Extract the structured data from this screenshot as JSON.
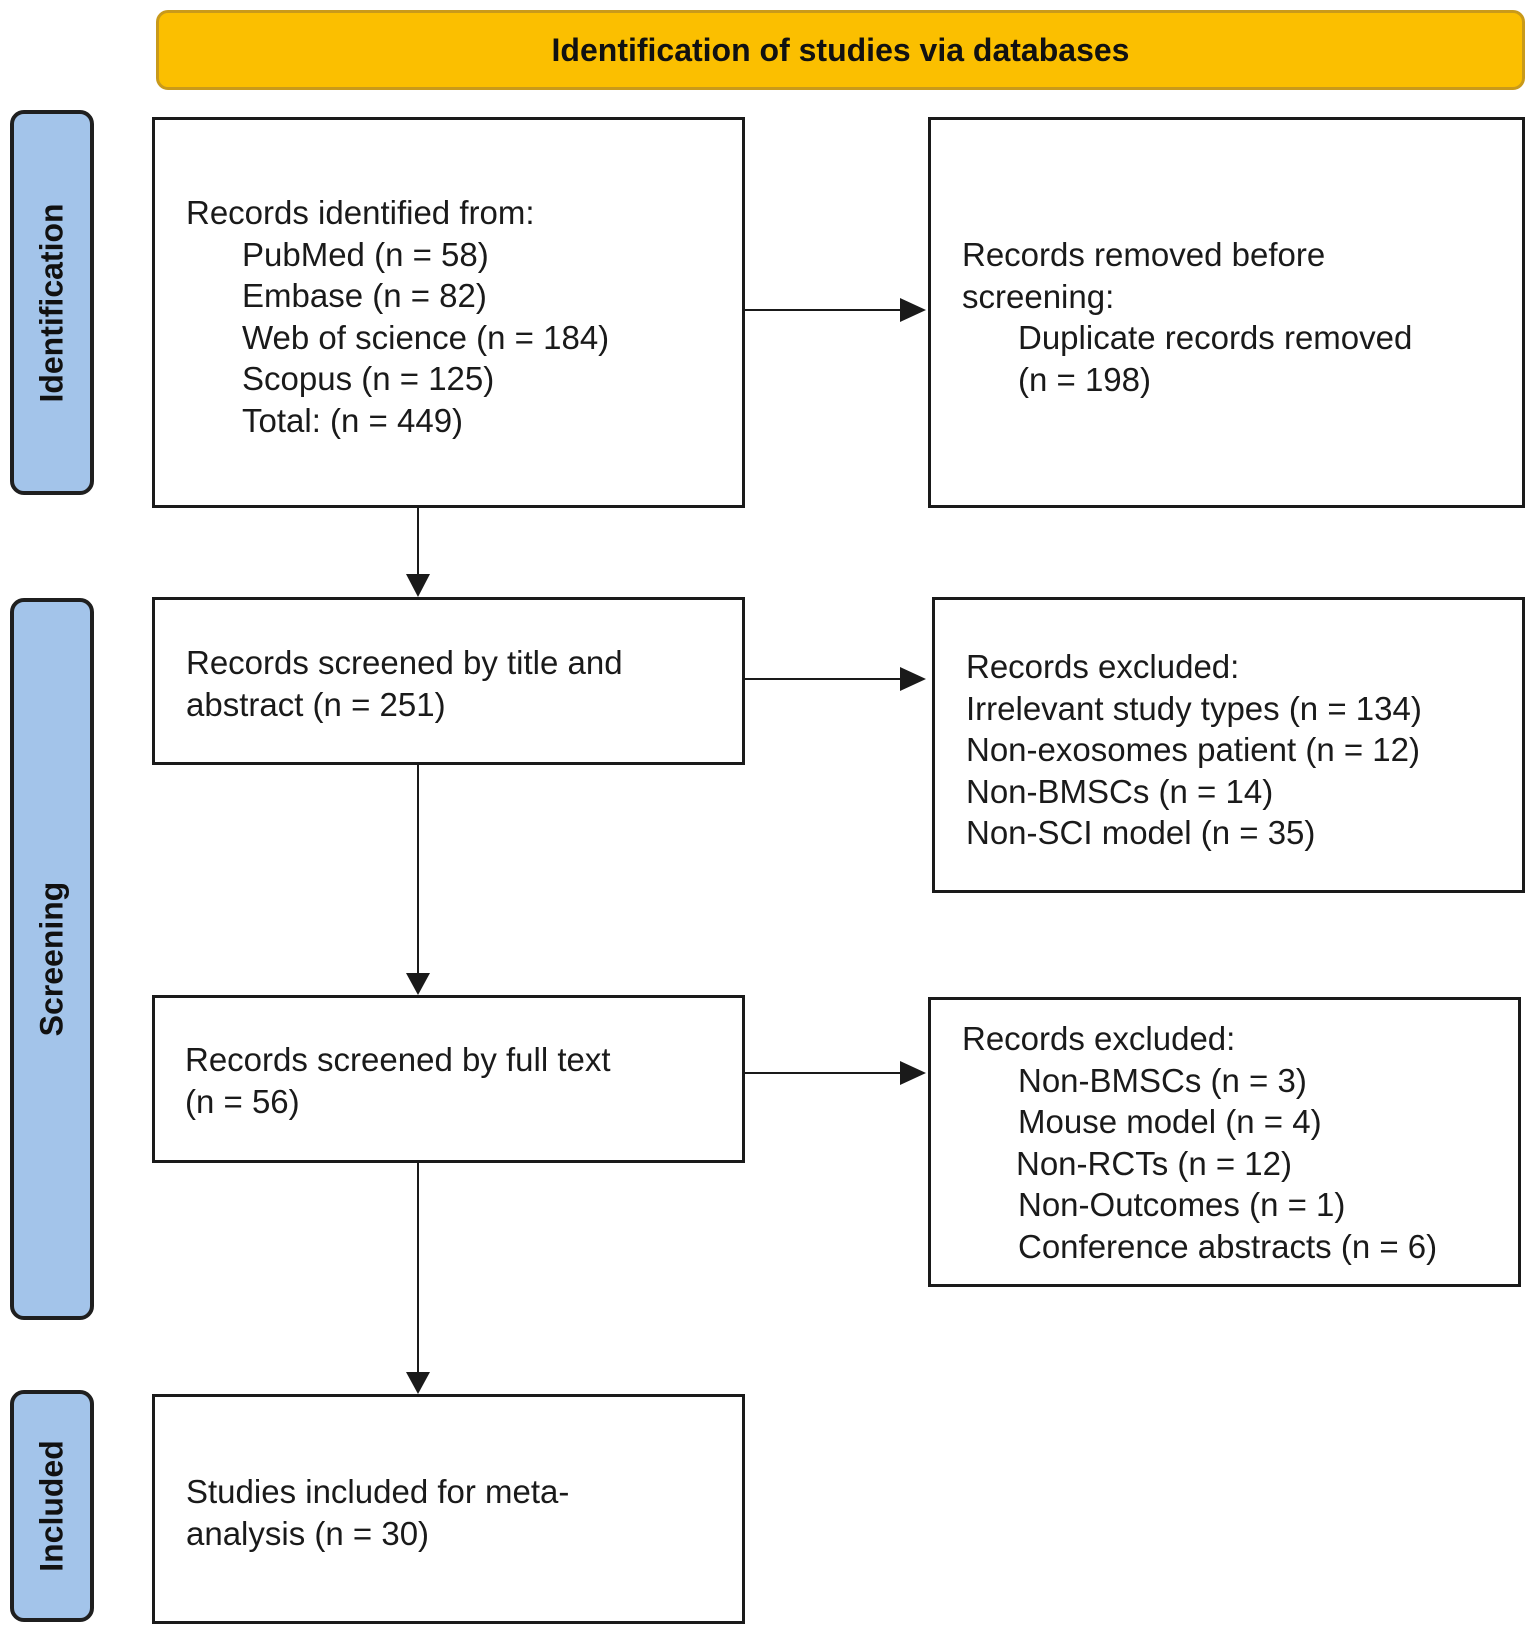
{
  "header": {
    "title": "Identification of studies via databases"
  },
  "stages": {
    "identification": "Identification",
    "screening": "Screening",
    "included": "Included"
  },
  "boxes": {
    "identified": {
      "heading": "Records identified from:",
      "items": [
        "PubMed (n = 58)",
        "Embase (n = 82)",
        "Web of science (n = 184)",
        "Scopus (n = 125)",
        "Total: (n = 449)"
      ]
    },
    "removed": {
      "heading_line1": "Records removed before",
      "heading_line2": "screening:",
      "items": [
        "Duplicate records removed",
        "(n = 198)"
      ]
    },
    "screened_title": {
      "lines": [
        "Records screened by title and",
        "abstract (n = 251)"
      ]
    },
    "excluded_title": {
      "heading": "Records excluded:",
      "items": [
        "Irrelevant study types (n = 134)",
        "Non-exosomes patient (n = 12)",
        "Non-BMSCs (n = 14)",
        "Non-SCI model (n = 35)"
      ]
    },
    "screened_full": {
      "lines": [
        "Records screened by full text",
        "(n = 56)"
      ]
    },
    "excluded_full": {
      "heading": "Records excluded:",
      "items": [
        "Non-BMSCs (n = 3)",
        "Mouse model (n = 4)",
        "Non-RCTs (n = 12)",
        "Non-Outcomes (n = 1)",
        "Conference abstracts (n = 6)"
      ]
    },
    "included": {
      "lines": [
        "Studies included for meta-",
        "analysis (n = 30)"
      ]
    }
  },
  "colors": {
    "header_fill": "#fbbf00",
    "stage_fill": "#a3c4ea",
    "border": "#1a1a1a"
  }
}
